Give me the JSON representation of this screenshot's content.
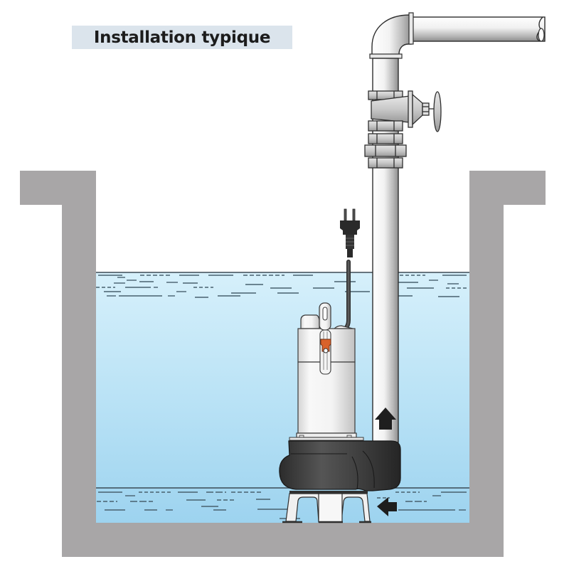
{
  "header": {
    "title": "Installation typique"
  },
  "diagram": {
    "subject": "submersible-pump-installation",
    "elements": [
      {
        "name": "concrete-pit",
        "label": ""
      },
      {
        "name": "water-high-level",
        "label": ""
      },
      {
        "name": "water-low-level",
        "label": ""
      },
      {
        "name": "submersible-pump",
        "label": ""
      },
      {
        "name": "power-cable-with-plug",
        "label": ""
      },
      {
        "name": "discharge-pipe",
        "label": ""
      },
      {
        "name": "gate-valve",
        "label": ""
      },
      {
        "name": "pipe-elbow",
        "label": ""
      },
      {
        "name": "flow-arrow-up",
        "label": ""
      },
      {
        "name": "flow-arrow-inlet",
        "label": ""
      }
    ],
    "colors": {
      "wall": "#a8a6a7",
      "water_top": "#d6f0fb",
      "water_bottom": "#9dd3ef",
      "pump_housing": "#3a3a3a",
      "float_switch": "#d9622b",
      "title_bg": "#dbe4ec"
    }
  }
}
